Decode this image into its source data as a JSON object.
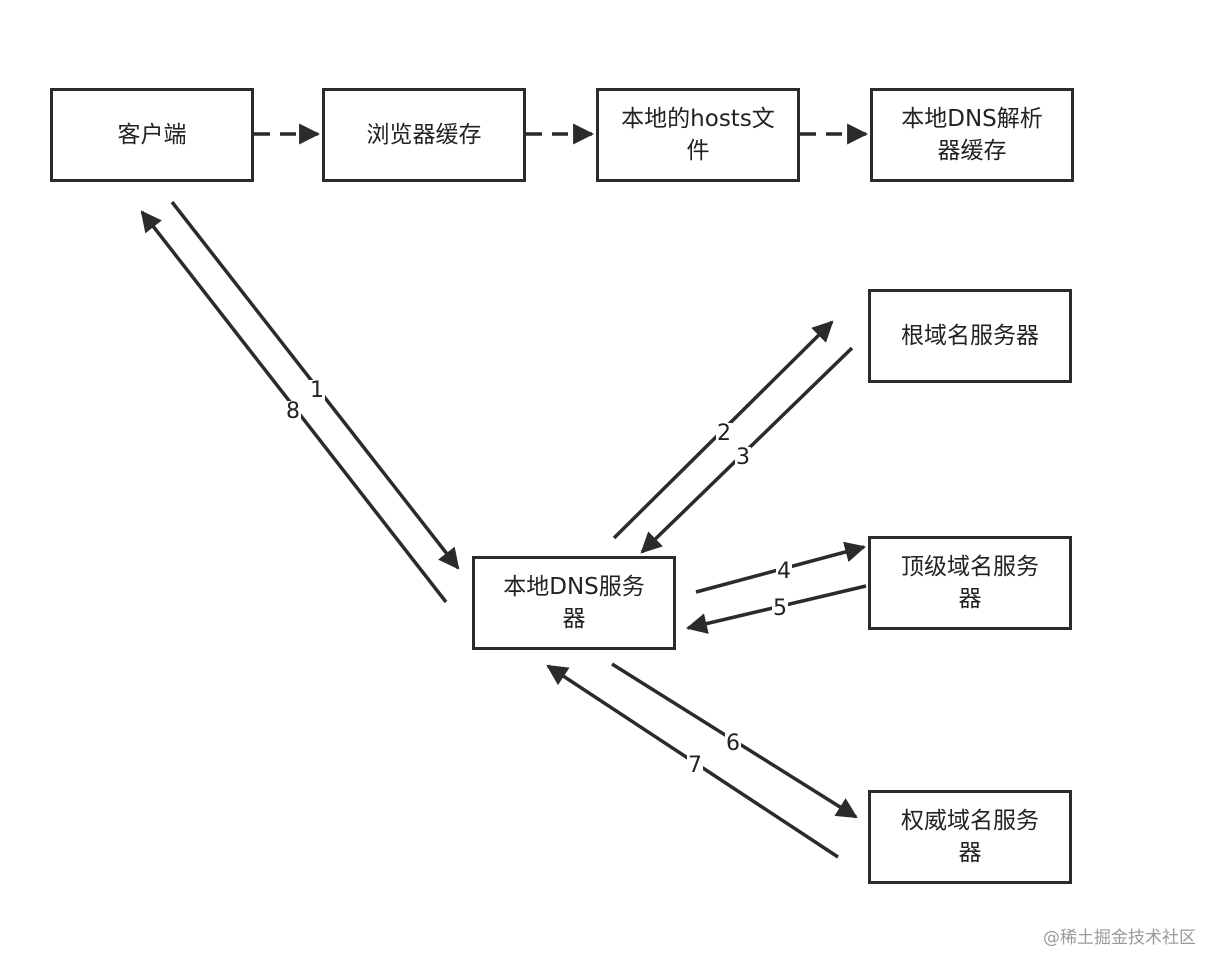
{
  "nodes": {
    "client": "客户端",
    "browser_cache": "浏览器缓存",
    "hosts_file": "本地的hosts文件",
    "resolver_cache": "本地DNS解析器缓存",
    "local_dns": "本地DNS服务器",
    "root_dns": "根域名服务器",
    "tld_dns": "顶级域名服务器",
    "auth_dns": "权威域名服务器"
  },
  "steps": [
    "1",
    "2",
    "3",
    "4",
    "5",
    "6",
    "7",
    "8"
  ],
  "watermark": "@稀土掘金技术社区",
  "colors": {
    "stroke": "#2b2b2b",
    "text": "#222222",
    "watermark": "#9a9a9a"
  }
}
